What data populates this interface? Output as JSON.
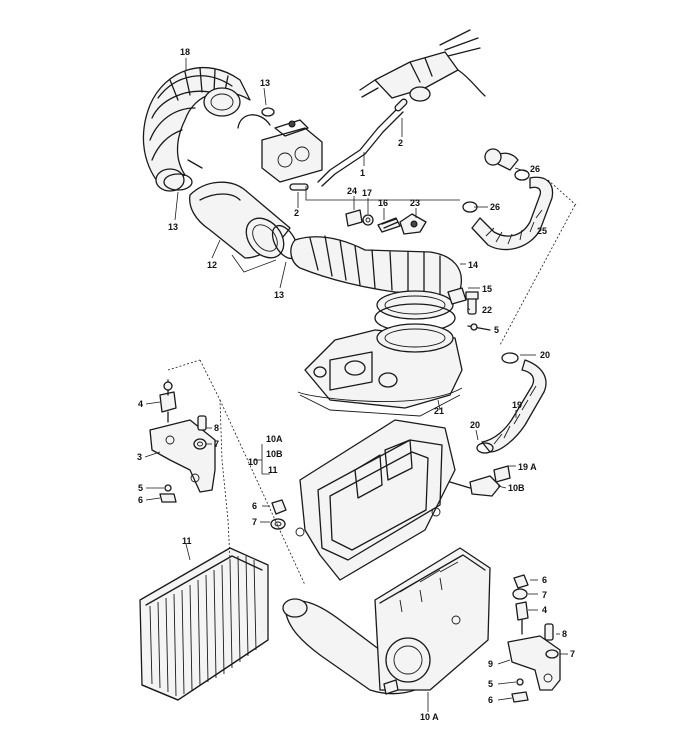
{
  "diagram": {
    "callouts": {
      "c18": "18",
      "c13a": "13",
      "c13b": "13",
      "c13c": "13",
      "c12": "12",
      "c2a": "2",
      "c2b": "2",
      "c1": "1",
      "c26a": "26",
      "c26b": "26",
      "c24": "24",
      "c17": "17",
      "c16": "16",
      "c23": "23",
      "c25": "25",
      "c14": "14",
      "c15": "15",
      "c22": "22",
      "c5a": "5",
      "c20a": "20",
      "c21": "21",
      "c19": "19",
      "c20b": "20",
      "c19a": "19 A",
      "c10b_right": "10B",
      "c4a": "4",
      "c8a": "8",
      "c7a": "7",
      "c3": "3",
      "c5b": "5",
      "c6a": "6",
      "c10a_group": "10A",
      "c10b_group": "10B",
      "c11_group": "11",
      "c10": "10",
      "c6b": "6",
      "c7b": "7",
      "c11": "11",
      "c6c": "6",
      "c7c": "7",
      "c4b": "4",
      "c8b": "8",
      "c9": "9",
      "c7d": "7",
      "c5c": "5",
      "c6d": "6",
      "c10a_bottom": "10 A"
    }
  }
}
